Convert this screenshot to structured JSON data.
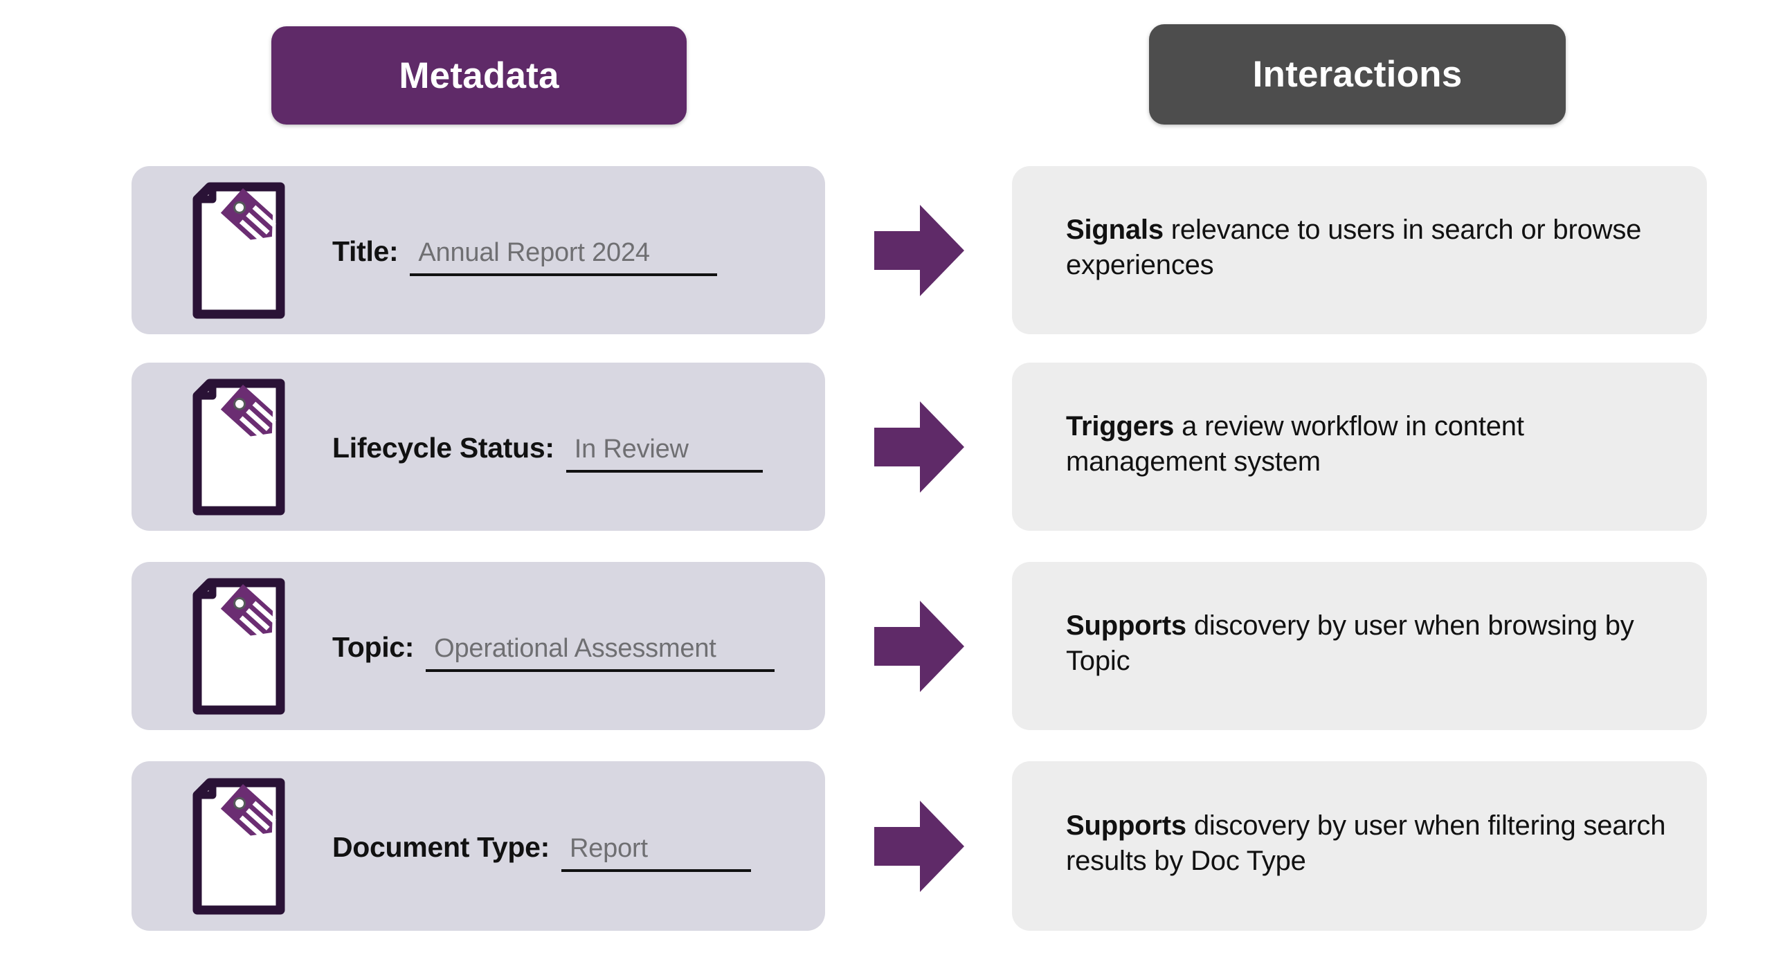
{
  "headers": {
    "metadata": "Metadata",
    "interactions": "Interactions"
  },
  "colors": {
    "metadata_pill": "#5f2a68",
    "interactions_pill": "#4d4d4d",
    "metadata_card": "#d8d7e1",
    "interaction_card": "#ededed",
    "arrow": "#5f2a68",
    "icon_outline": "#2a1236",
    "icon_tag": "#6b2d72",
    "value_text": "#6f6f72",
    "label_text": "#111111",
    "page_background": "#ffffff"
  },
  "icons": {
    "document_tag": "document-tag-icon",
    "arrow": "arrow-right-icon"
  },
  "rows": [
    {
      "metadata": {
        "label": "Title:",
        "value": "Annual Report 2024",
        "value_width": 420
      },
      "interaction": {
        "lead": "Signals",
        "rest": " relevance to users in search or browse experiences"
      }
    },
    {
      "metadata": {
        "label": "Lifecycle Status:",
        "value": "In Review",
        "value_width": 260
      },
      "interaction": {
        "lead": "Triggers",
        "rest": " a review workflow in content management system"
      }
    },
    {
      "metadata": {
        "label": "Topic:",
        "value": "Operational Assessment",
        "value_width": 480
      },
      "interaction": {
        "lead": "Supports",
        "rest": " discovery by user when browsing by Topic"
      }
    },
    {
      "metadata": {
        "label": "Document Type:",
        "value": "Report",
        "value_width": 250
      },
      "interaction": {
        "lead": "Supports",
        "rest": " discovery by user when filtering search results by Doc Type"
      }
    }
  ]
}
